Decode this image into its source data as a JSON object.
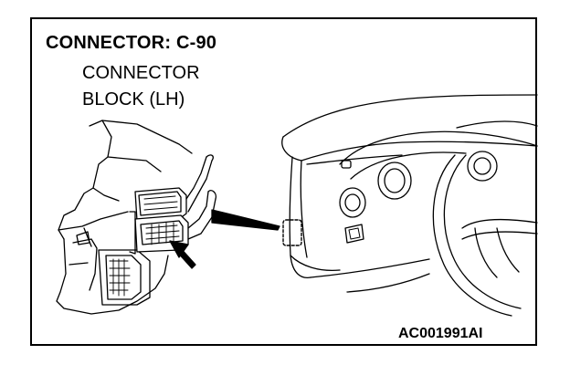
{
  "header": {
    "title": "CONNECTOR: C-90",
    "subtitle_line1": "CONNECTOR",
    "subtitle_line2": "BLOCK (LH)"
  },
  "figure_code": "AC001991AI"
}
